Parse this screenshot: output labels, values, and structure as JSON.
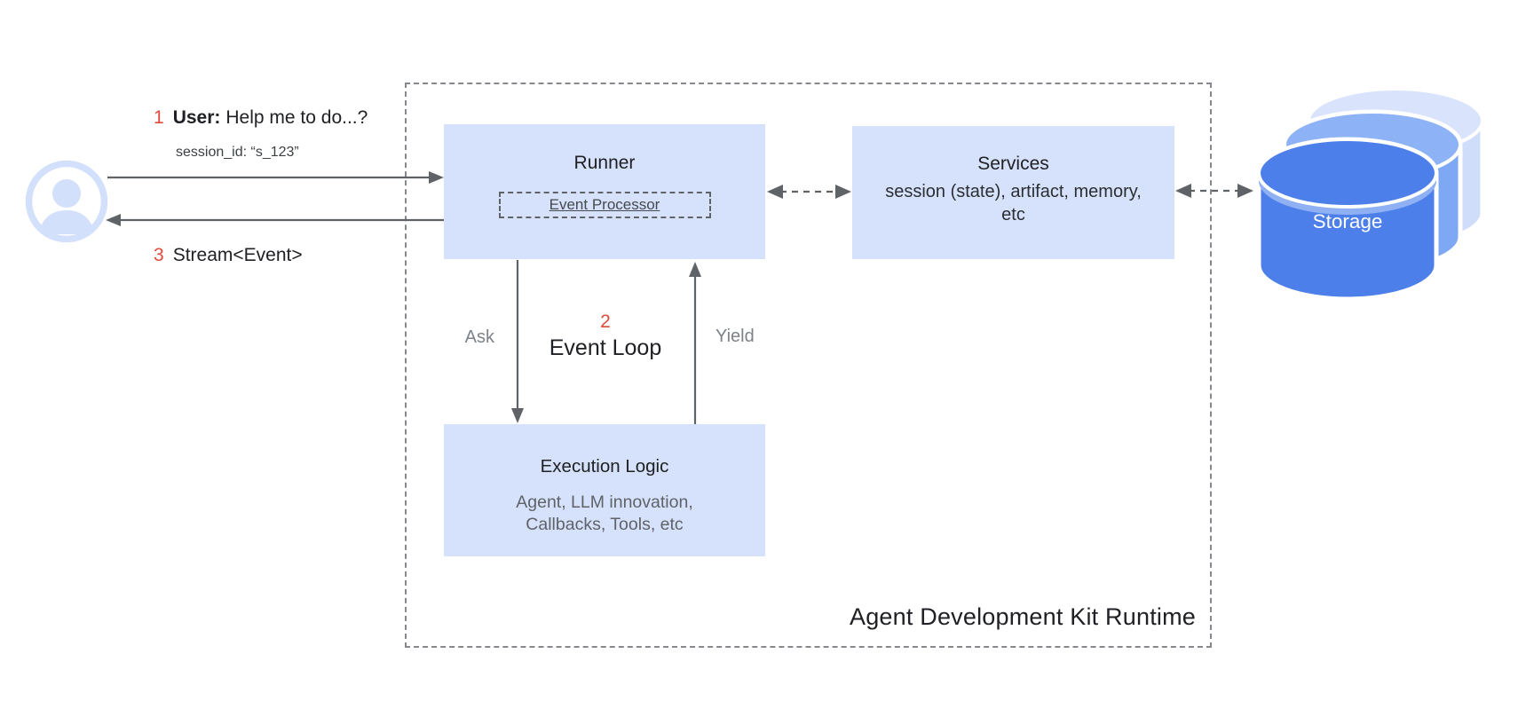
{
  "palette": {
    "box_fill": "#d6e2fb",
    "accent_red": "#dd4b3c",
    "text_dark": "#202124",
    "text_gray": "#5f6368",
    "text_light_gray": "#7d8287",
    "arrow": "#5f6368",
    "border_dash": "#85898e",
    "avatar_blue": "#d2e0fb",
    "cyl_front": "#4c7fe9",
    "cyl_front_rim": "#8fb0f2",
    "cyl_mid": "#7ea8f4",
    "cyl_mid_top": "#8db2f6",
    "cyl_back": "#cfdcfa",
    "cyl_back_top": "#d9e4fc",
    "storage_text": "#ffffff"
  },
  "user_flow": {
    "step1_num": "1",
    "step1_bold": "User:",
    "step1_text": "Help me to do...?",
    "session_id": "session_id: “s_123”",
    "step3_num": "3",
    "step3_text": "Stream<Event>"
  },
  "runtime": {
    "title": "Agent Development Kit Runtime",
    "runner": {
      "title": "Runner",
      "event_processor": "Event Processor"
    },
    "services": {
      "title": "Services",
      "subtitle": "session (state), artifact, memory, etc"
    },
    "execution": {
      "title": "Execution Logic",
      "subtitle": "Agent, LLM innovation, Callbacks, Tools, etc"
    },
    "event_loop": {
      "num": "2",
      "label": "Event Loop",
      "ask": "Ask",
      "yield": "Yield"
    }
  },
  "storage": {
    "label": "Storage"
  }
}
